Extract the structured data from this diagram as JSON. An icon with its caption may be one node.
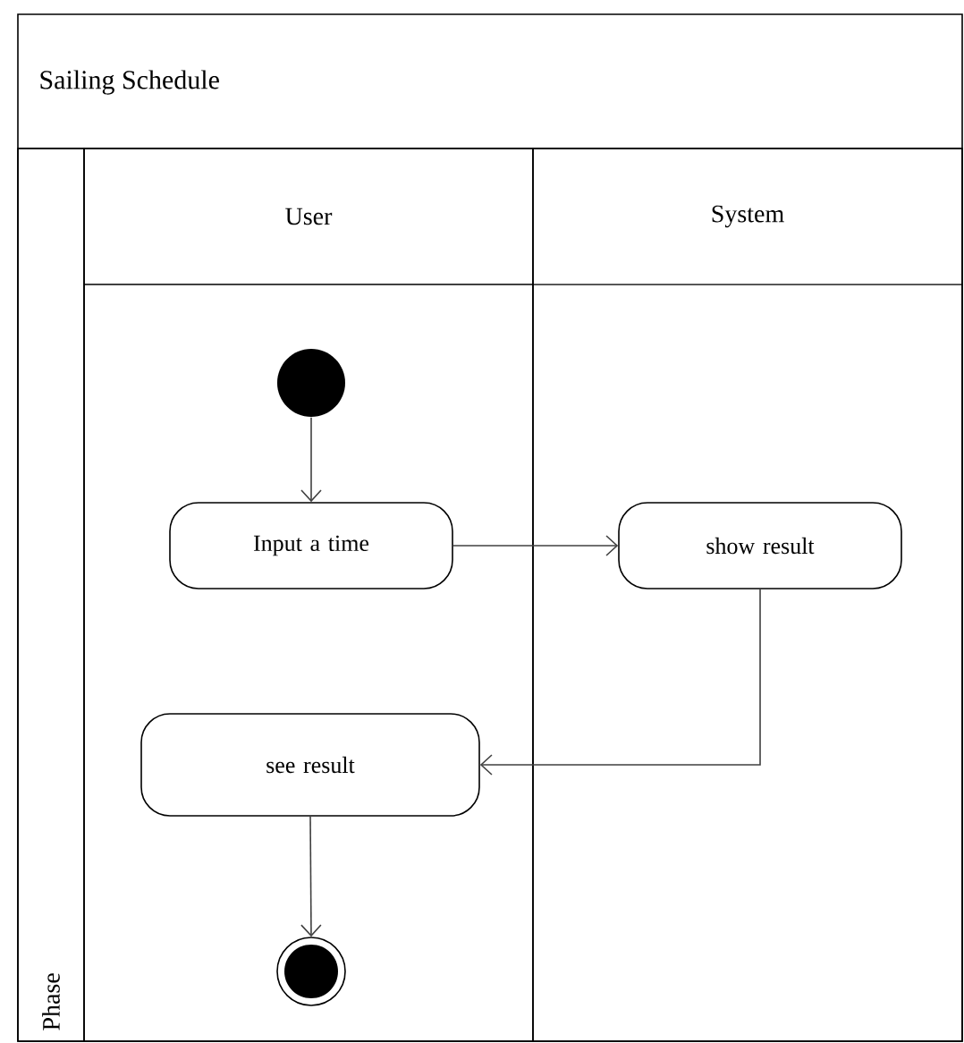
{
  "diagram": {
    "nodes": [
      {
        "text": [
          "Sailing Schedule"
        ]
      },
      {
        "text": [
          "Phase"
        ],
        "in": 0
      },
      {
        "text": [
          "User"
        ],
        "in": 0
      },
      {
        "text": [
          "System"
        ],
        "in": 0
      },
      {
        "text": [],
        "shape": "circle",
        "in": 2
      },
      {
        "text": [
          "Input a time"
        ],
        "in": 2
      },
      {
        "text": [
          "show result"
        ],
        "in": 3
      },
      {
        "text": [
          "see result"
        ],
        "in": 2
      },
      {
        "text": [],
        "shape": "circle",
        "in": 2
      }
    ],
    "edges": [
      {
        "from": 4,
        "to": 5,
        "arrow": "to"
      },
      {
        "from": 5,
        "to": 6,
        "arrow": "to"
      },
      {
        "from": 6,
        "to": 7,
        "arrow": "to"
      },
      {
        "from": 7,
        "to": 8,
        "arrow": "to"
      }
    ]
  }
}
